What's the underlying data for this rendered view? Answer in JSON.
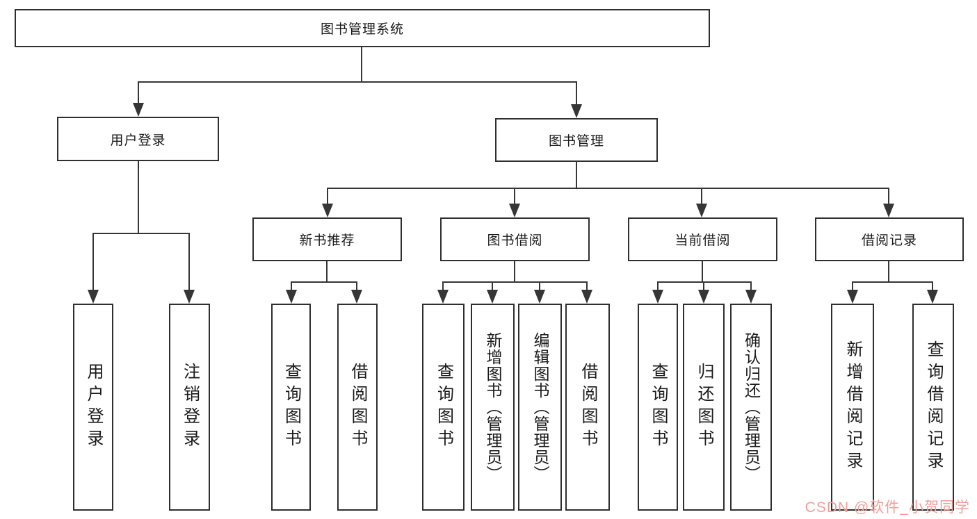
{
  "diagram": {
    "root": "图书管理系统",
    "branches": [
      {
        "label": "用户登录",
        "children": [
          "用户登录",
          "注销登录"
        ]
      },
      {
        "label": "图书管理",
        "groups": [
          {
            "label": "新书推荐",
            "children": [
              "查询图书",
              "借阅图书"
            ]
          },
          {
            "label": "图书借阅",
            "children": [
              "查询图书",
              "新增图书（管理员）",
              "编辑图书（管理员）",
              "借阅图书"
            ]
          },
          {
            "label": "当前借阅",
            "children": [
              "查询图书",
              "归还图书",
              "确认归还（管理员）"
            ]
          },
          {
            "label": "借阅记录",
            "children": [
              "新增借阅记录",
              "查询借阅记录"
            ]
          }
        ]
      }
    ]
  },
  "watermark": {
    "text": "CSDN @软件_小贺同学"
  },
  "colors": {
    "background": "#ffffff",
    "box_border": "#2f2f2f",
    "connector": "#363636",
    "text": "#1a1a1a",
    "watermark": "#ef9f98"
  }
}
